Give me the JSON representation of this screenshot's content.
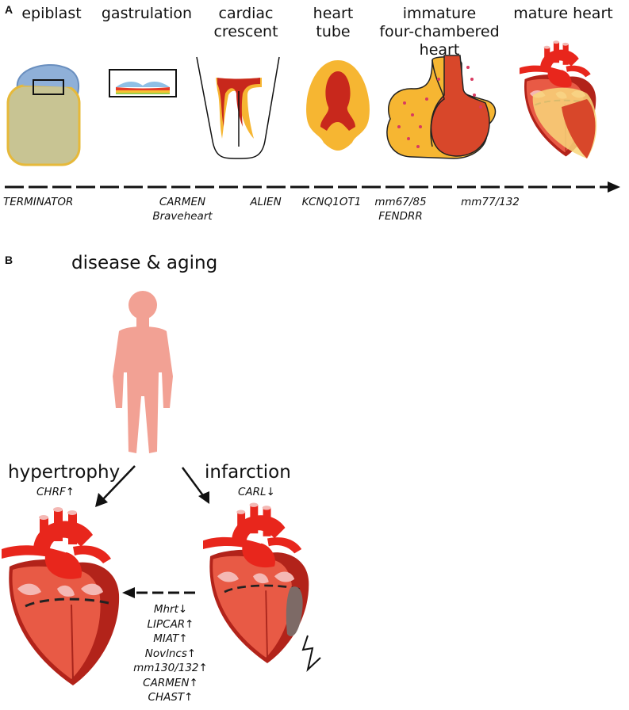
{
  "panel_a": {
    "label": "A",
    "stages": [
      {
        "lines": [
          "epiblast"
        ]
      },
      {
        "lines": [
          "gastrulation"
        ]
      },
      {
        "lines": [
          "cardiac",
          "crescent"
        ]
      },
      {
        "lines": [
          "heart",
          "tube"
        ]
      },
      {
        "lines": [
          "immature",
          "four-chambered",
          "heart"
        ]
      },
      {
        "lines": [
          "mature heart"
        ]
      }
    ],
    "genes": [
      {
        "lines": [
          "TERMINATOR"
        ]
      },
      {
        "lines": [
          "CARMEN",
          "Braveheart"
        ]
      },
      {
        "lines": [
          "ALIEN"
        ]
      },
      {
        "lines": [
          "KCNQ1OT1"
        ]
      },
      {
        "lines": [
          "mm67/85",
          "FENDRR"
        ]
      },
      {
        "lines": [
          "mm77/132"
        ]
      }
    ]
  },
  "panel_b": {
    "label": "B",
    "title": "disease & aging",
    "hypertrophy": {
      "title": "hypertrophy",
      "gene": "CHRF↑"
    },
    "infarction": {
      "title": "infarction",
      "gene": "CARL↓"
    },
    "shared_genes": [
      "Mhrt↓",
      "LIPCAR↑",
      "MIAT↑",
      "Novlncs↑",
      "mm130/132↑",
      "CARMEN↑",
      "CHAST↑"
    ]
  },
  "colors": {
    "heart_red": "#e8261c",
    "heart_dark": "#b2231a",
    "heart_muscle": "#e85a45",
    "yellow": "#f6b632",
    "body_pink": "#f2a194",
    "epiblast_blue": "#8fb0d8",
    "epiblast_body": "#c8c493"
  }
}
